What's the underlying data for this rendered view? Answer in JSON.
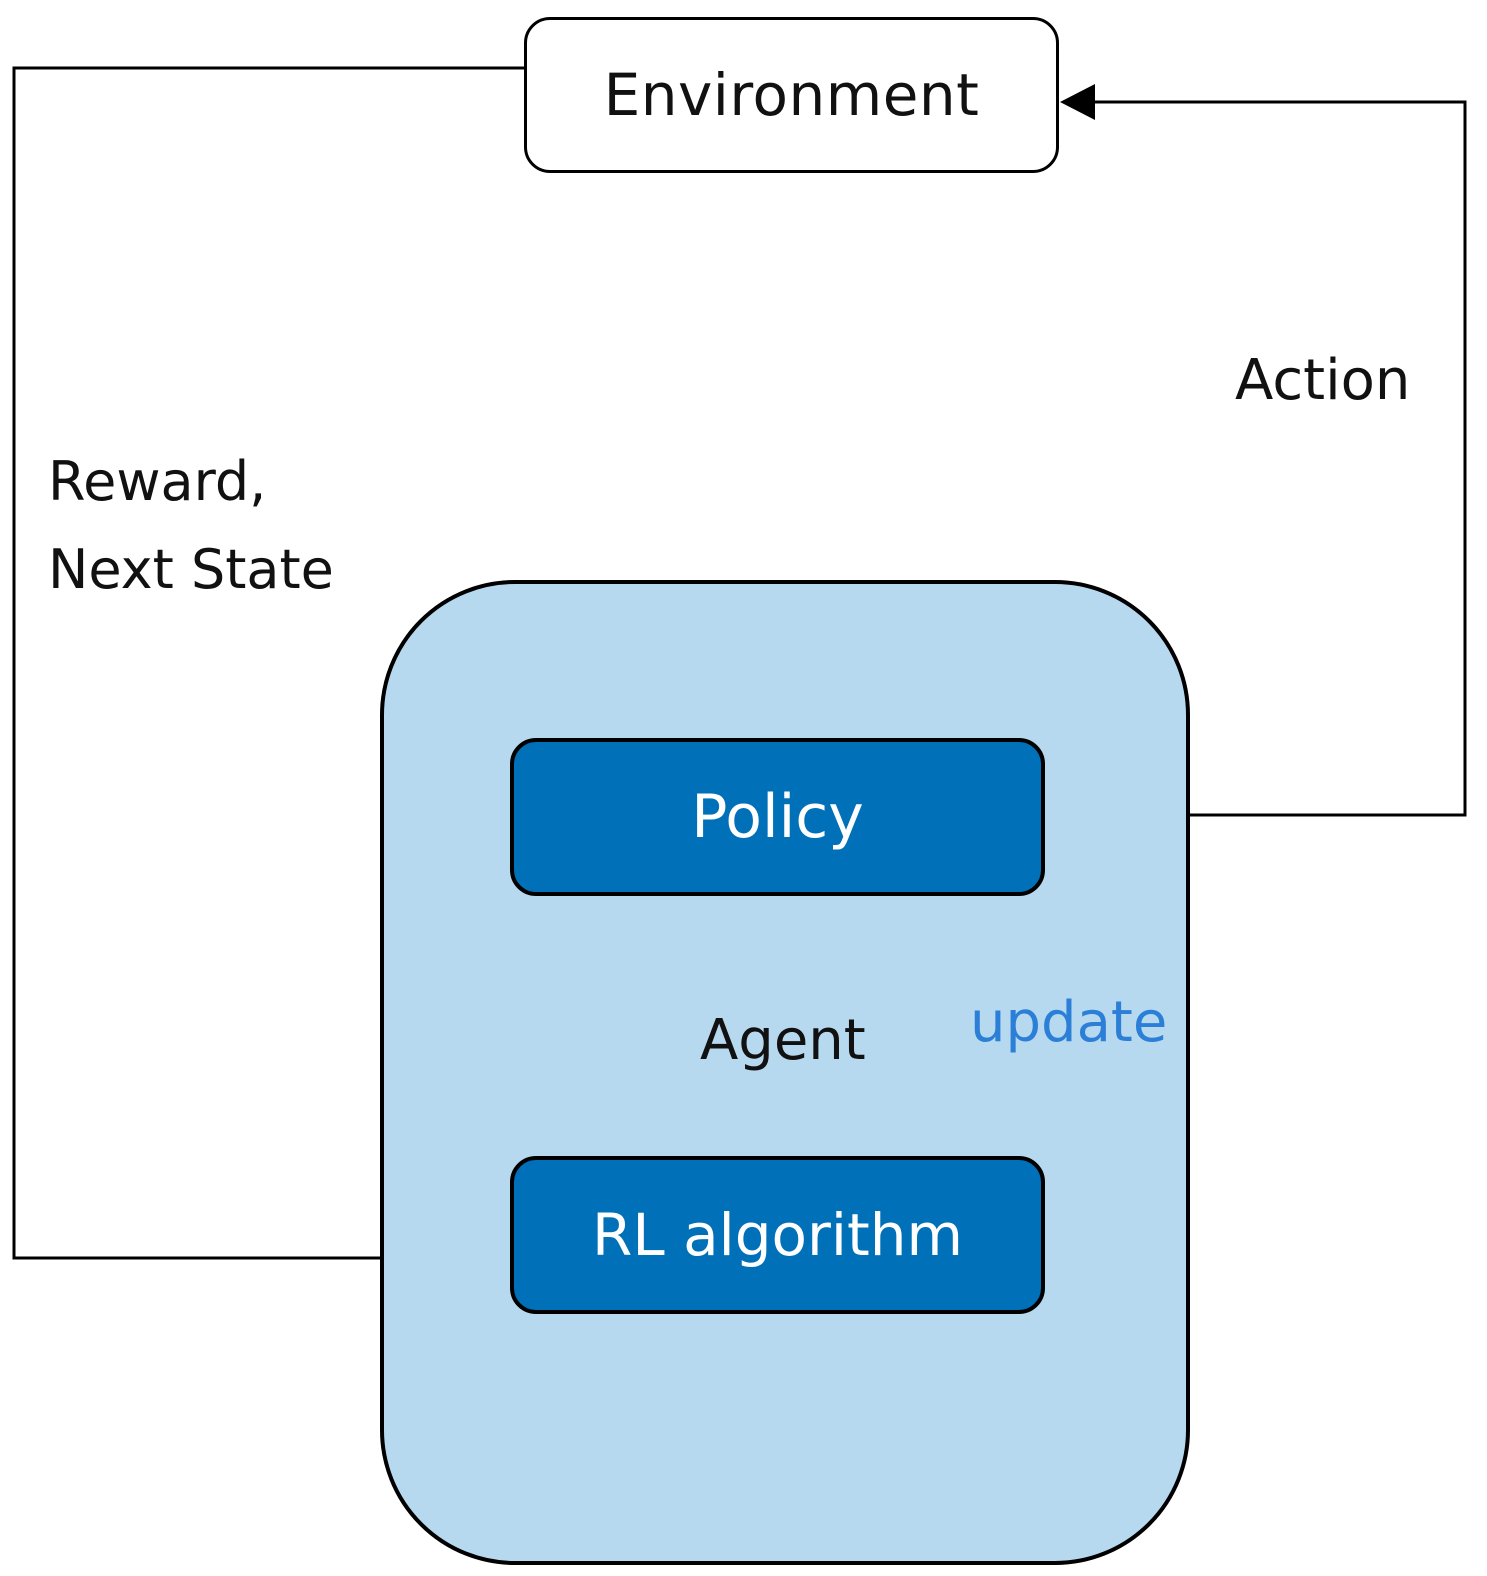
{
  "diagram": {
    "nodes": {
      "environment": "Environment",
      "agent": "Agent",
      "policy": "Policy",
      "rl_algorithm": "RL algorithm"
    },
    "edges": {
      "action": "Action",
      "reward_line_1": "Reward,",
      "reward_line_2": "Next State",
      "update": "update"
    }
  },
  "colors": {
    "agent_fill": "#b7d9f0",
    "component_fill": "#0070b8",
    "update_arrow": "#2c7fd6",
    "stroke": "#000000"
  }
}
